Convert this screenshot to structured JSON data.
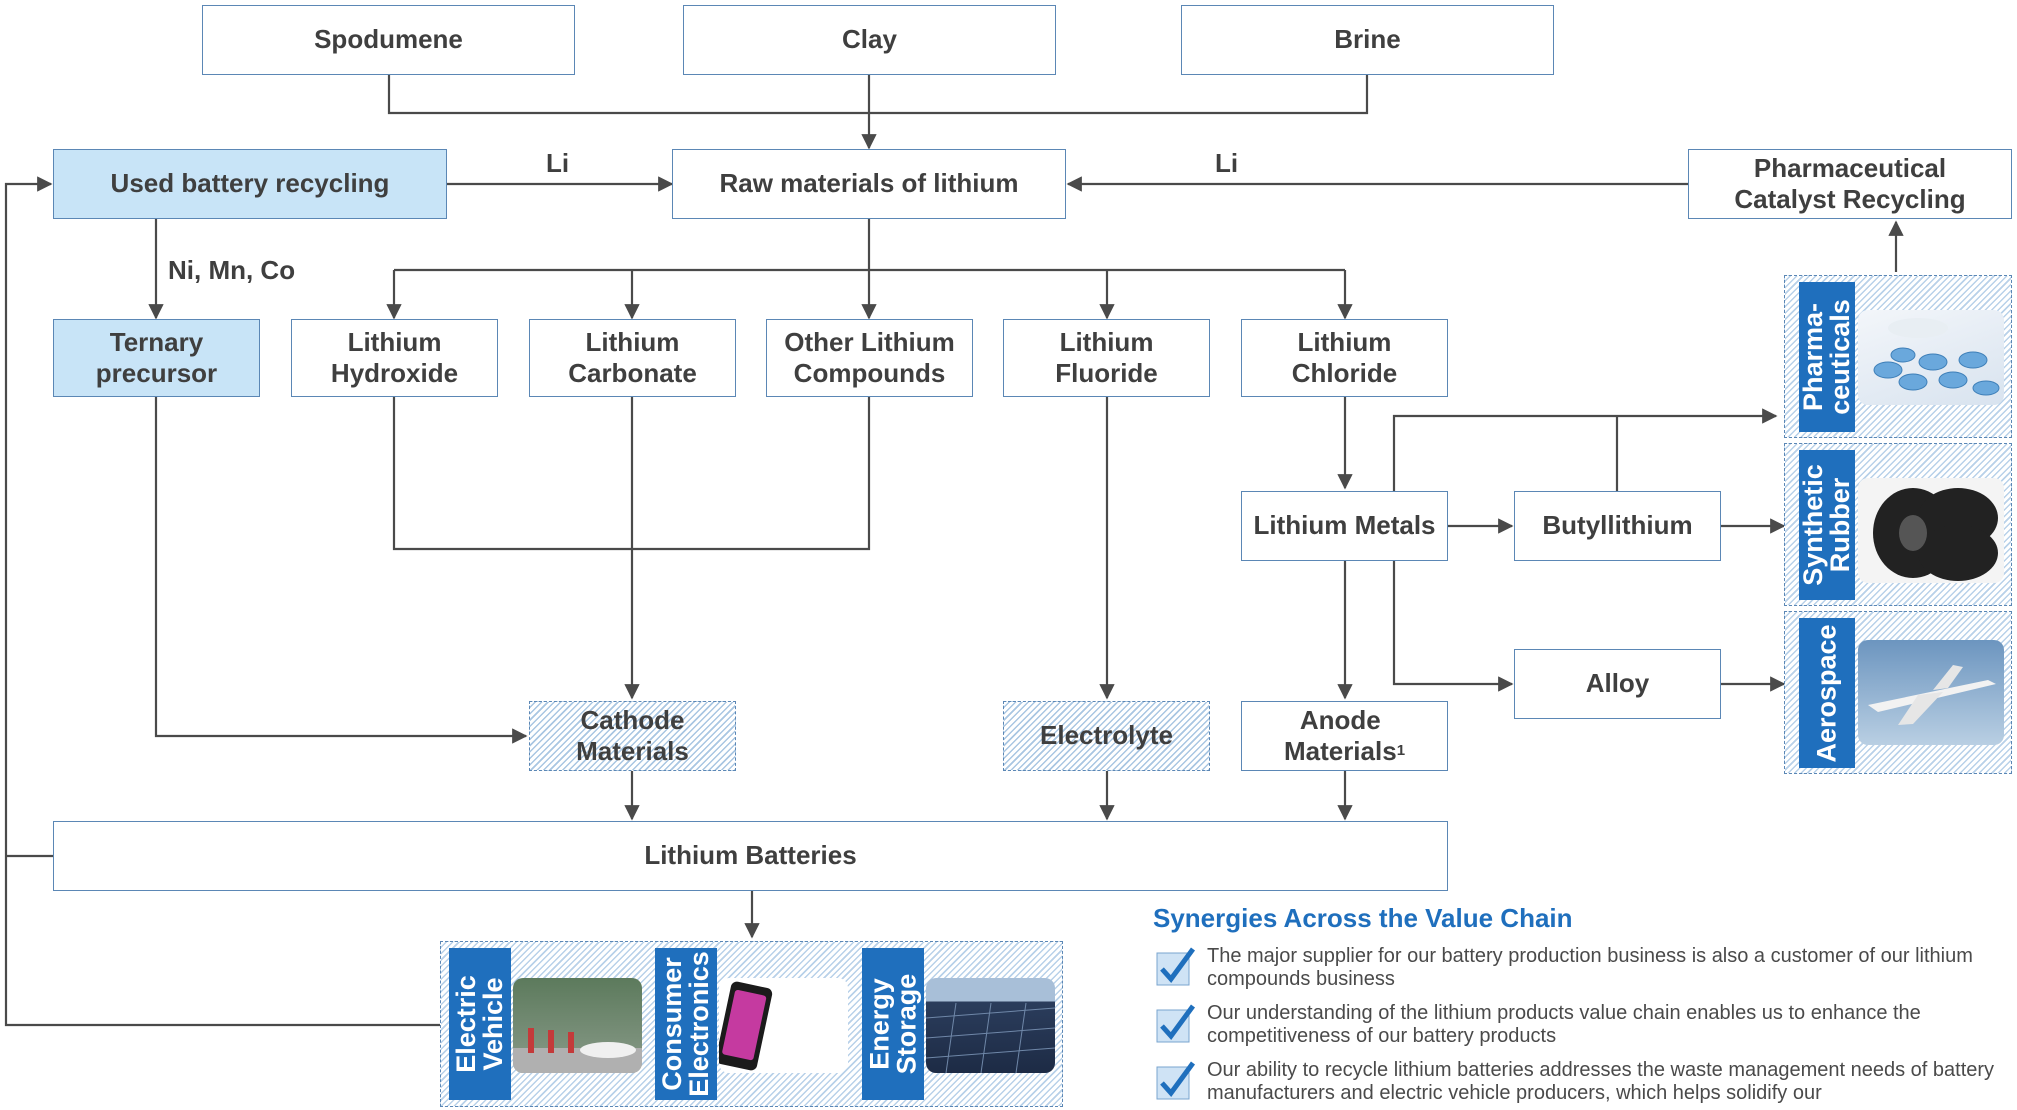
{
  "sources": {
    "spodumene": "Spodumene",
    "clay": "Clay",
    "brine": "Brine"
  },
  "raw_materials": "Raw materials of lithium",
  "used_battery_recycling": "Used battery recycling",
  "pharma_catalyst": "Pharmaceutical\nCatalyst Recycling",
  "li_left": "Li",
  "li_right": "Li",
  "ni_mn_co": "Ni, Mn, Co",
  "ternary": "Ternary\nprecursor",
  "compounds": {
    "hydroxide": "Lithium\nHydroxide",
    "carbonate": "Lithium\nCarbonate",
    "other": "Other Lithium\nCompounds",
    "fluoride": "Lithium\nFluoride",
    "chloride": "Lithium\nChloride"
  },
  "lithium_metals": "Lithium Metals",
  "butyllithium": "Butyllithium",
  "alloy": "Alloy",
  "cathode": "Cathode\nMaterials",
  "electrolyte": "Electrolyte",
  "anode": "Anode\nMaterials",
  "anode_footnote": "1",
  "batteries": "Lithium Batteries",
  "applications": {
    "pharma": "Pharma-\nceuticals",
    "rubber": "Synthetic\nRubber",
    "aerospace": "Aerospace",
    "ev": "Electric\nVehicle",
    "consumer": "Consumer\nElectronics",
    "storage": "Energy\nStorage"
  },
  "synergies": {
    "title": "Synergies Across the Value Chain",
    "items": [
      "The major supplier for our battery production business is also a customer of our lithium compounds business",
      "Our understanding of the lithium products value chain enables us to enhance the competitiveness of our battery products",
      "Our ability to recycle lithium batteries addresses the waste management needs of battery manufacturers and electric vehicle producers, which helps solidify our"
    ]
  },
  "colors": {
    "accent": "#1f6fbd",
    "border": "#5b87b5",
    "fill": "#c8e4f7",
    "line": "#4a4a4a",
    "text": "#3f3f3f"
  }
}
